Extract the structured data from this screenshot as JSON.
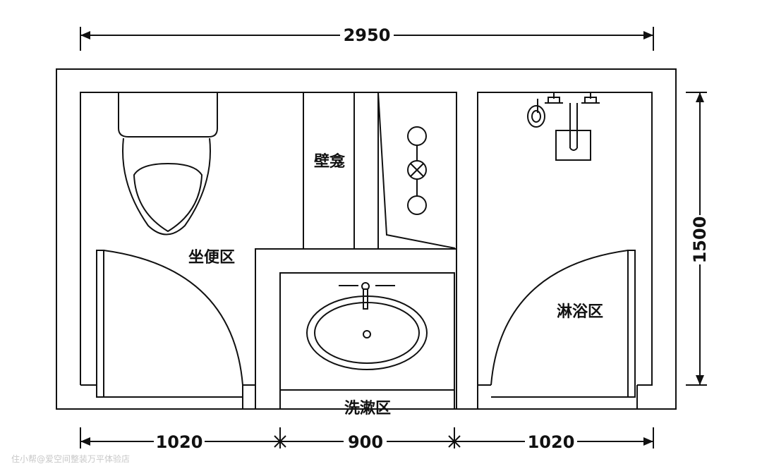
{
  "dimensions": {
    "overall_width": "2950",
    "overall_height": "1500",
    "toilet_width": "1020",
    "wash_width": "900",
    "shower_width": "1020"
  },
  "zones": {
    "toilet": "坐便区",
    "niche": "壁龛",
    "wash": "洗漱区",
    "shower": "淋浴区"
  },
  "watermark": "住小帮@爱空间整装万平体验店"
}
